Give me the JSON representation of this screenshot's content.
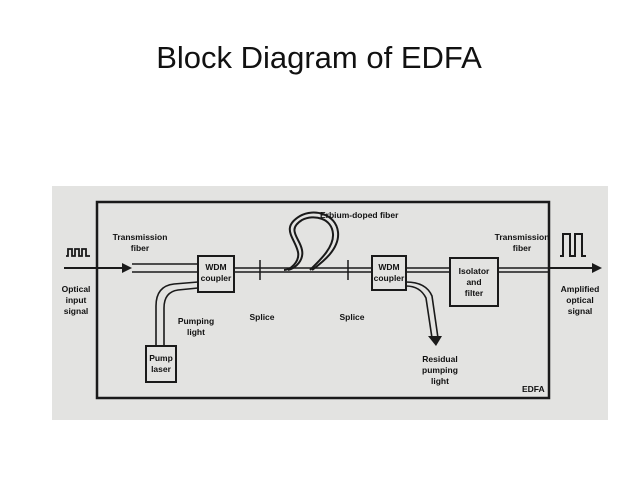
{
  "slide": {
    "title": "Block Diagram of EDFA"
  },
  "diagram": {
    "labels": {
      "erbium_fiber": "Erbium-doped fiber",
      "transmission_fiber_left": [
        "Transmission",
        "fiber"
      ],
      "transmission_fiber_right": [
        "Transmission",
        "fiber"
      ],
      "optical_input": [
        "Optical",
        "input",
        "signal"
      ],
      "amplified_output": [
        "Amplified",
        "optical",
        "signal"
      ],
      "wdm_left": [
        "WDM",
        "coupler"
      ],
      "wdm_right": [
        "WDM",
        "coupler"
      ],
      "isolator": [
        "Isolator",
        "and",
        "filter"
      ],
      "pumping_light": [
        "Pumping",
        "light"
      ],
      "splice_left": "Splice",
      "splice_right": "Splice",
      "pump_laser": [
        "Pump",
        "laser"
      ],
      "residual": [
        "Residual",
        "pumping",
        "light"
      ],
      "edfa": "EDFA"
    },
    "colors": {
      "background": "#e3e3e1",
      "ink": "#1a1a1a"
    }
  }
}
